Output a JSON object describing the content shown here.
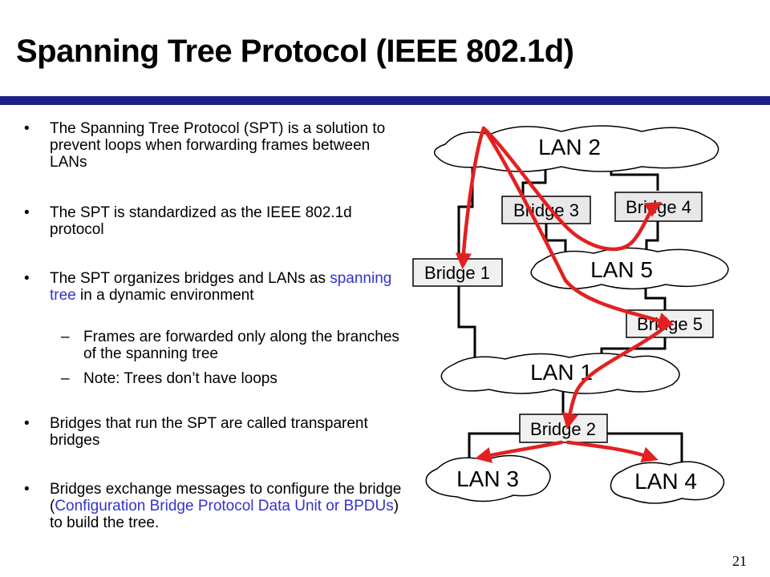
{
  "slide": {
    "title": "Spanning Tree Protocol (IEEE 802.1d)",
    "page_number": "21",
    "accent_color": "#1f1f87",
    "highlight_color": "#3333cc",
    "path_color": "#e32020"
  },
  "bullets": {
    "b1": {
      "marker": "•",
      "text": "The Spanning Tree Protocol (SPT) is a solution to prevent loops when forwarding frames between LANs"
    },
    "b2": {
      "marker": "•",
      "text": "The SPT is standardized as the IEEE 802.1d protocol"
    },
    "b3": {
      "marker": "•",
      "pre": "The SPT organizes bridges and LANs as ",
      "highlight": "spanning tree",
      "post": " in a dynamic environment"
    },
    "s1": {
      "marker": "–",
      "text": "Frames are forwarded only along the branches of the spanning tree"
    },
    "s2": {
      "marker": "–",
      "text": "Note: Trees don’t have loops"
    },
    "b4": {
      "marker": "•",
      "text": "Bridges that run the SPT are called transparent bridges"
    },
    "b5": {
      "marker": "•",
      "pre": "Bridges exchange messages to configure the bridge (",
      "highlight": "Configuration Bridge Protocol Data Unit or BPDUs",
      "post": ") to build the tree."
    }
  },
  "diagram": {
    "lans": {
      "lan1": "LAN 1",
      "lan2": "LAN 2",
      "lan3": "LAN 3",
      "lan4": "LAN 4",
      "lan5": "LAN 5"
    },
    "bridges": {
      "bridge1": "Bridge 1",
      "bridge2": "Bridge 2",
      "bridge3": "Bridge 3",
      "bridge4": "Bridge 4",
      "bridge5": "Bridge 5"
    }
  }
}
